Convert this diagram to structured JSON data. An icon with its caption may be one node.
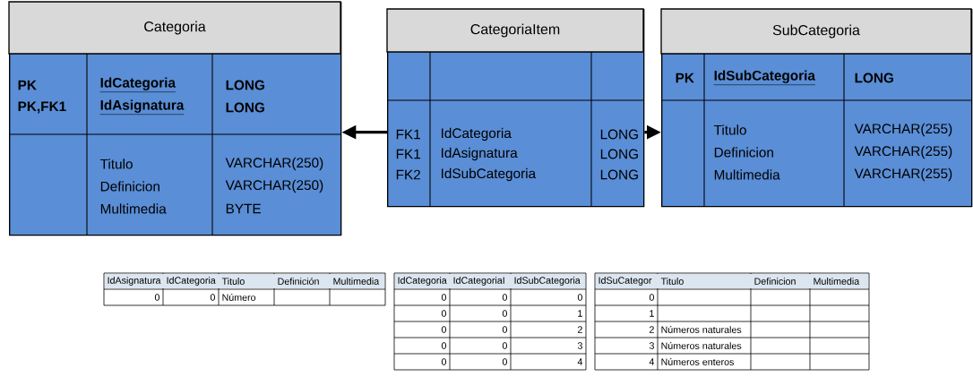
{
  "diagram": {
    "nodes": [
      {
        "text": [
          "Categoria",
          "PK",
          "IdCategoria",
          "LONG",
          "PK,FK1",
          "IdAsignatura",
          "LONG",
          "Titulo",
          "VARCHAR(250)",
          "Definicion",
          "VARCHAR(250)",
          "Multimedia",
          "BYTE"
        ]
      },
      {
        "text": [
          "CategoriaItem",
          "FK1",
          "IdCategoria",
          "LONG",
          "FK1",
          "IdAsignatura",
          "LONG",
          "FK2",
          "IdSubCategoria",
          "LONG"
        ]
      },
      {
        "text": [
          "SubCategoria",
          "PK",
          "IdSubCategoria",
          "LONG",
          "Titulo",
          "VARCHAR(255)",
          "Definicion",
          "VARCHAR(255)",
          "Multimedia",
          "VARCHAR(255)"
        ]
      }
    ],
    "edges": [
      {
        "from": 1,
        "to": 0,
        "arrow": "to"
      },
      {
        "from": 1,
        "to": 2,
        "arrow": "to"
      }
    ],
    "labels": [
      "IdAsignatura",
      "IdCategoria",
      "Titulo",
      "Definición",
      "Multimedia",
      "0",
      "0",
      "Número",
      "IdCategoria",
      "IdCategoriaI",
      "IdSubCategoria",
      "0",
      "0",
      "0",
      "0",
      "0",
      "1",
      "0",
      "0",
      "2",
      "0",
      "0",
      "3",
      "0",
      "0",
      "4",
      "IdSuCategor",
      "Titulo",
      "Definicion",
      "Multimedia",
      "0",
      "1",
      "2",
      "Números naturales",
      "3",
      "Números naturales",
      "4",
      "Números enteros"
    ]
  }
}
